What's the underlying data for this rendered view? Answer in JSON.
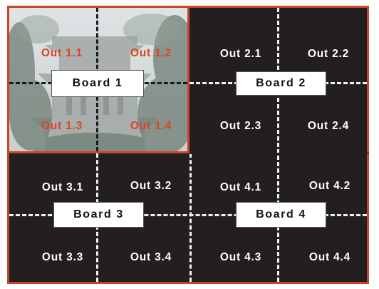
{
  "boards": [
    {
      "label": "Board 1",
      "outputs": [
        "Out 1.1",
        "Out 1.2",
        "Out 1.3",
        "Out 1.4"
      ]
    },
    {
      "label": "Board 2",
      "outputs": [
        "Out 2.1",
        "Out 2.2",
        "Out 2.3",
        "Out 2.4"
      ]
    },
    {
      "label": "Board 3",
      "outputs": [
        "Out 3.1",
        "Out 3.2",
        "Out 3.3",
        "Out 3.4"
      ]
    },
    {
      "label": "Board 4",
      "outputs": [
        "Out 4.1",
        "Out 4.2",
        "Out 4.3",
        "Out 4.4"
      ]
    }
  ],
  "colors": {
    "frame_border": "#c8442a",
    "background": "#231f20",
    "highlight_text": "#e0421f",
    "normal_text": "#ffffff"
  }
}
